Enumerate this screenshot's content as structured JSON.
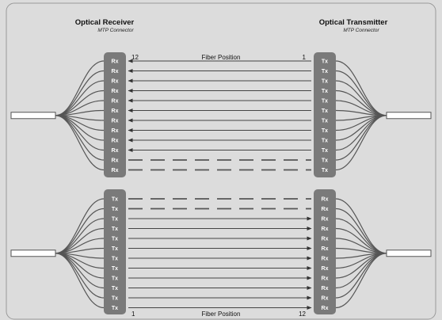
{
  "receiver": {
    "title": "Optical Receiver",
    "subtitle": "MTP Connector"
  },
  "transmitter": {
    "title": "Optical Transmitter",
    "subtitle": "MTP Connector"
  },
  "top_panel": {
    "fiber_label": "Fiber Position",
    "left_position": "12",
    "right_position": "1",
    "left_ports": [
      "Rx",
      "Rx",
      "Rx",
      "Rx",
      "Rx",
      "Rx",
      "Rx",
      "Rx",
      "Rx",
      "Rx",
      "Rx",
      "Rx"
    ],
    "right_ports": [
      "Tx",
      "Tx",
      "Tx",
      "Tx",
      "Tx",
      "Tx",
      "Tx",
      "Tx",
      "Tx",
      "Tx",
      "Tx",
      "Tx"
    ],
    "dashed_rows": [
      11,
      12
    ],
    "arrow_direction": "left"
  },
  "bottom_panel": {
    "fiber_label": "Fiber Position",
    "left_position": "1",
    "right_position": "12",
    "left_ports": [
      "Tx",
      "Tx",
      "Tx",
      "Tx",
      "Tx",
      "Tx",
      "Tx",
      "Tx",
      "Tx",
      "Tx",
      "Tx",
      "Tx"
    ],
    "right_ports": [
      "Rx",
      "Rx",
      "Rx",
      "Rx",
      "Rx",
      "Rx",
      "Rx",
      "Rx",
      "Rx",
      "Rx",
      "Rx",
      "Rx"
    ],
    "dashed_rows": [
      1,
      2
    ],
    "arrow_direction": "right"
  },
  "colors": {
    "background": "#dcdcdc",
    "connector": "#7a7a7a",
    "line": "#444444",
    "fiber": "#555555"
  }
}
